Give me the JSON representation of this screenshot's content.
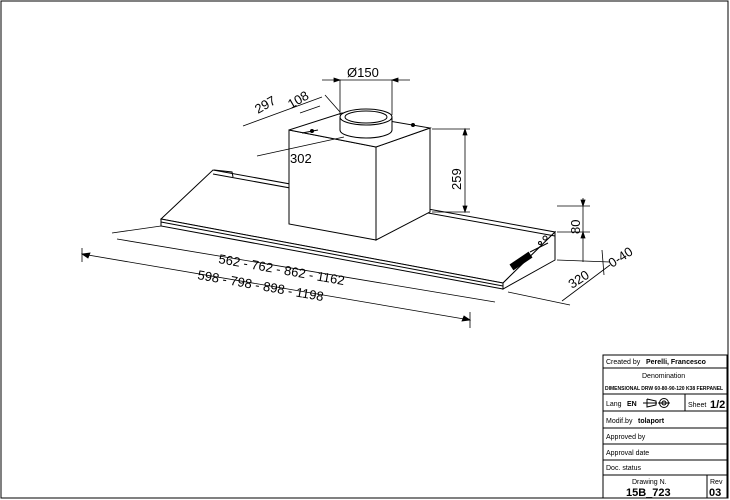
{
  "dimensions": {
    "duct_diameter": "Ø150",
    "depth_top": "297",
    "offset_108": "108",
    "chimney_width": "302",
    "chimney_height": "259",
    "body_height": "80",
    "clearance": "0-40",
    "depth_total": "320",
    "widths_inner": "562 - 762 - 862 - 1162",
    "widths_outer": "598 - 798 - 898 - 1198"
  },
  "title_block": {
    "created_label": "Created by",
    "created_value": "Perelli, Francesco",
    "denomination_label": "Denomination",
    "denomination_value": "DIMENSIONAL DRW 60-80-90-120 K38 FERPANEL",
    "lang_label": "Lang",
    "lang_value": "EN",
    "sheet_label": "Sheet",
    "sheet_value": "1/2",
    "modif_label": "Modif.by",
    "modif_value": "tolaport",
    "approved_label": "Approved by",
    "approval_date_label": "Approval date",
    "doc_status_label": "Doc. status",
    "drawing_label": "Drawing N.",
    "drawing_value": "15B_723",
    "rev_label": "Rev",
    "rev_value": "03"
  }
}
